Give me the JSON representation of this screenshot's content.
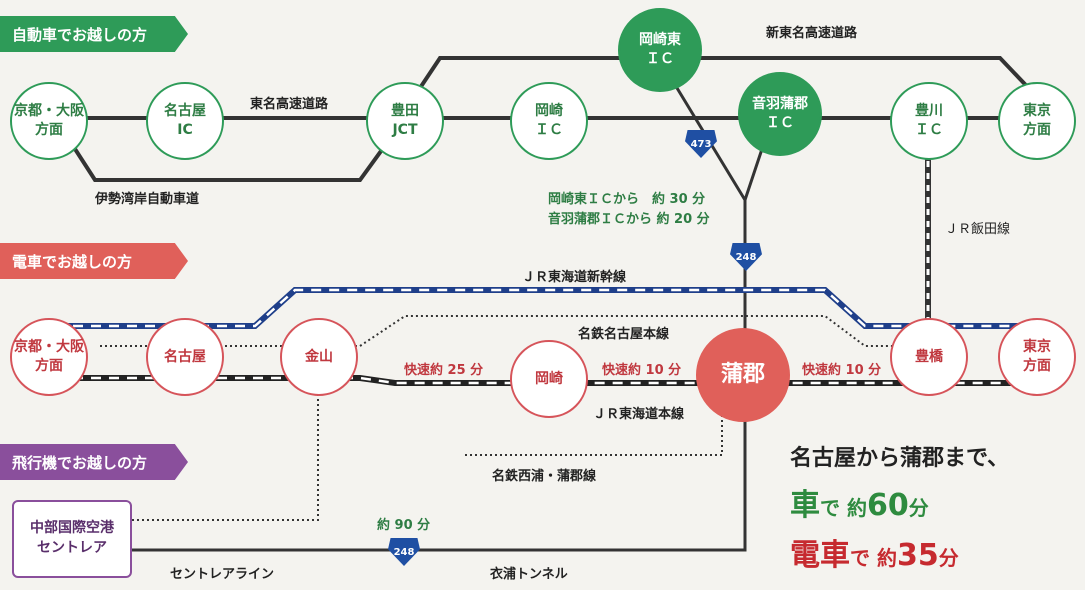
{
  "sections": {
    "car": "自動車でお越しの方",
    "train": "電車でお越しの方",
    "plane": "飛行機でお越しの方"
  },
  "car_nodes": {
    "kyoto": "京都・大阪\n方面",
    "nagoya_ic": "名古屋\nIC",
    "toyota_jct": "豊田\nJCT",
    "okazaki_ic": "岡崎\nＩＣ",
    "okazaki_higashi_ic": "岡崎東\nＩＣ",
    "otowagamagori_ic": "音羽蒲郡\nＩＣ",
    "toyokawa_ic": "豊川\nＩＣ",
    "tokyo": "東京\n方面"
  },
  "car_labels": {
    "tomei": "東名高速道路",
    "shin_tomei": "新東名高速道路",
    "isewangan": "伊勢湾岸自動車道",
    "times": "岡崎東ＩＣから　約 30 分\n音羽蒲郡ＩＣから 約 20 分",
    "jr_iida": "ＪＲ飯田線"
  },
  "route_numbers": {
    "r473": "473",
    "r248a": "248",
    "r248b": "248"
  },
  "train_nodes": {
    "kyoto": "京都・大阪\n方面",
    "nagoya": "名古屋",
    "kanayama": "金山",
    "okazaki": "岡崎",
    "gamagori": "蒲郡",
    "toyohashi": "豊橋",
    "tokyo": "東京\n方面"
  },
  "train_labels": {
    "shinkansen": "ＪＲ東海道新幹線",
    "meitetsu_nagoya": "名鉄名古屋本線",
    "jr_tokaido": "ＪＲ東海道本線",
    "meitetsu_nishiura": "名鉄西浦・蒲郡線",
    "rapid_25": "快速約 25 分",
    "rapid_10a": "快速約 10 分",
    "rapid_10b": "快速約 10 分"
  },
  "plane": {
    "airport": "中部国際空港\nセントレア",
    "centrair_line": "セントレアライン",
    "kinoura_tunnel": "衣浦トンネル",
    "time_90": "約 90 分"
  },
  "summary": {
    "line1": "名古屋から蒲郡まで、",
    "car_word": "車",
    "car_de": "で 約",
    "car_num": "60",
    "car_unit": "分",
    "train_word": "電車",
    "train_de": "で 約",
    "train_num": "35",
    "train_unit": "分"
  },
  "colors": {
    "green": "#2e9b58",
    "red": "#e0605a",
    "purple": "#8a4f9c",
    "shinkansen_blue": "#1f3f8a",
    "route_shield": "#1f4fa3"
  }
}
